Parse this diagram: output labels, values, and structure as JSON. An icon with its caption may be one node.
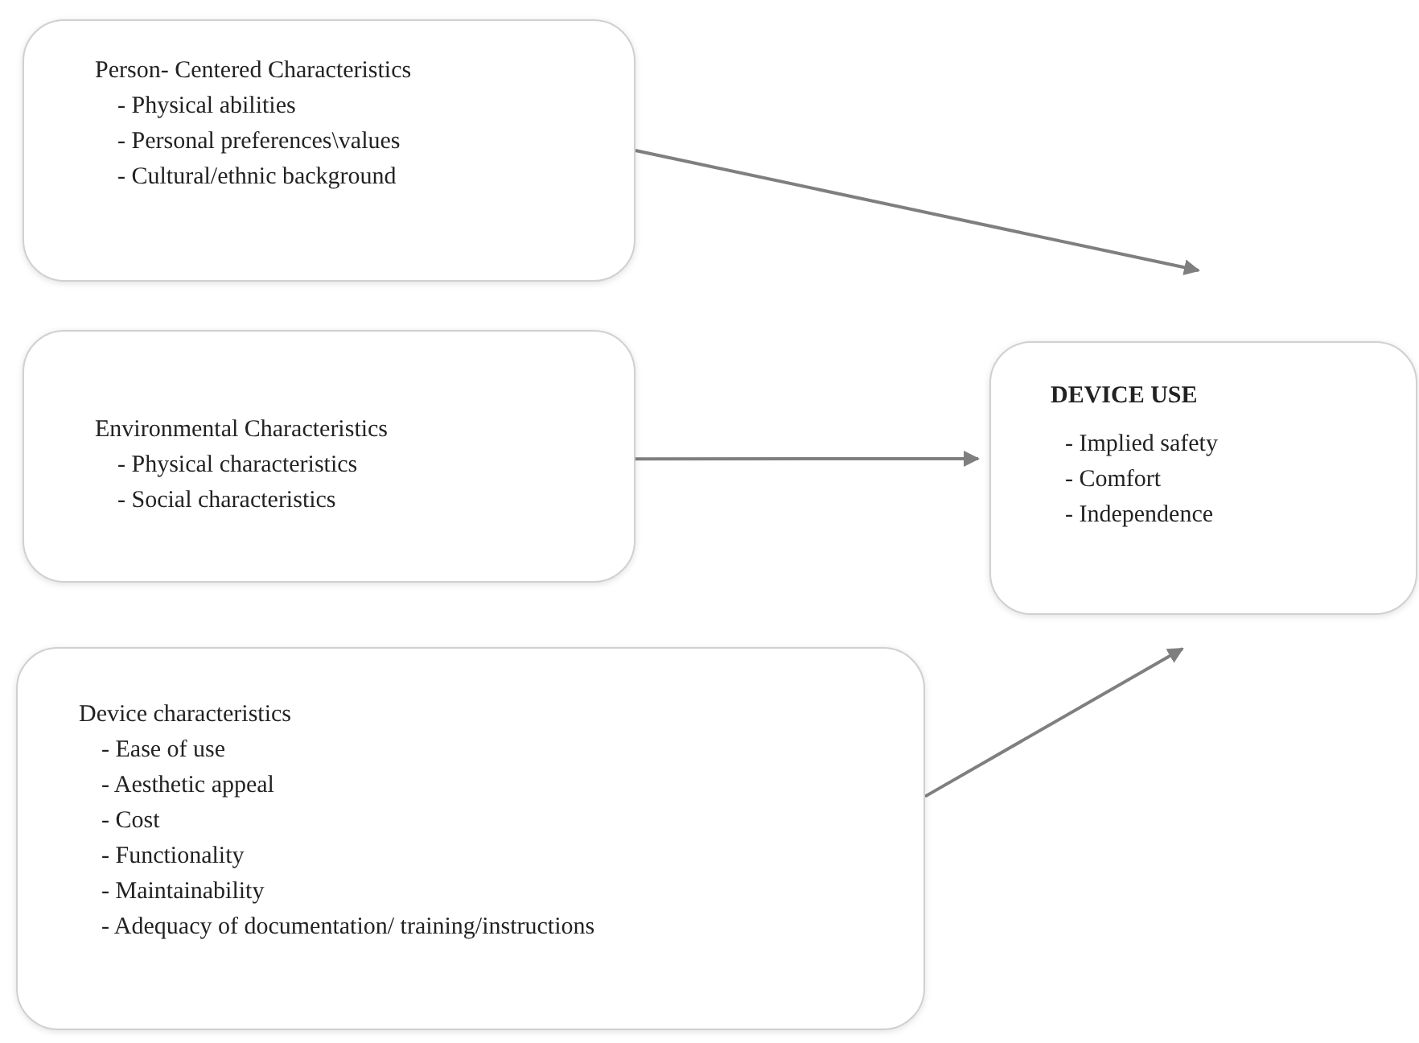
{
  "diagram": {
    "nodes": [
      {
        "text": [
          "Person- Centered Characteristics",
          "- Physical abilities",
          "- Personal preferences\\values",
          "- Cultural/ethnic background"
        ]
      },
      {
        "text": [
          "Environmental Characteristics",
          "- Physical characteristics",
          "- Social characteristics"
        ]
      },
      {
        "text": [
          "Device characteristics",
          "- Ease of use",
          "- Aesthetic appeal",
          "- Cost",
          "- Functionality",
          "- Maintainability",
          "- Adequacy of documentation/ training/instructions"
        ]
      },
      {
        "text": [
          "DEVICE USE",
          "- Implied safety",
          "- Comfort",
          "- Independence"
        ]
      }
    ],
    "edges": [
      {
        "from": 0,
        "to": 3,
        "arrow": "to"
      },
      {
        "from": 1,
        "to": 3,
        "arrow": "to"
      },
      {
        "from": 2,
        "to": 3,
        "arrow": "to"
      }
    ]
  }
}
